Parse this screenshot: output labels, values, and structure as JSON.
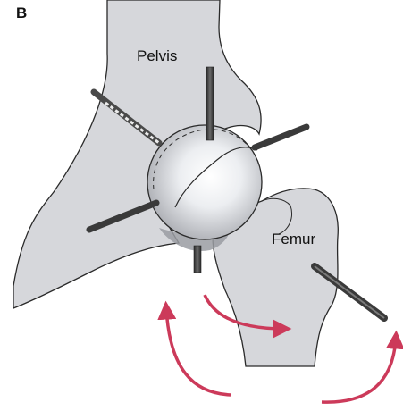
{
  "panel_label": "B",
  "labels": {
    "pelvis": "Pelvis",
    "femur": "Femur"
  },
  "colors": {
    "bone_fill": "#d6d7db",
    "bone_outline": "#2a2a2a",
    "shadow": "#9a9ca2",
    "pin": "#3a3a3a",
    "arrow": "#cc3a5a",
    "background": "#ffffff"
  },
  "elements": {
    "pins": [
      "superior-pin",
      "posterior-pin",
      "right-pin",
      "left-pin",
      "inferior-pin",
      "femur-pin"
    ],
    "arrows": [
      "left-rotation-arrow",
      "center-rotation-arrow",
      "right-rotation-arrow"
    ]
  }
}
